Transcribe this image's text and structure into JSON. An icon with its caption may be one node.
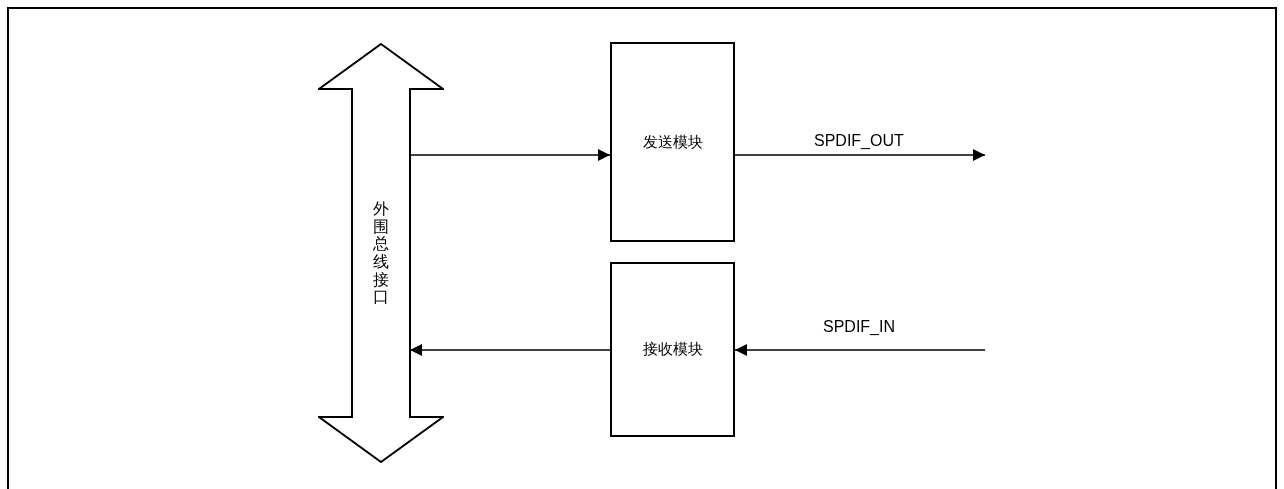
{
  "diagram": {
    "nodes": [
      {
        "text": [
          "外围总线接口"
        ]
      },
      {
        "text": [
          "发送模块"
        ]
      },
      {
        "text": [
          "接收模块"
        ]
      }
    ],
    "edges": [
      {
        "from": 0,
        "to": 1,
        "arrow": "to"
      },
      {
        "from": 1,
        "to": null,
        "arrow": "to",
        "label": "SPDIF_OUT"
      },
      {
        "from": null,
        "to": 2,
        "arrow": "to",
        "label": "SPDIF_IN"
      },
      {
        "from": 2,
        "to": 0,
        "arrow": "to"
      }
    ]
  }
}
